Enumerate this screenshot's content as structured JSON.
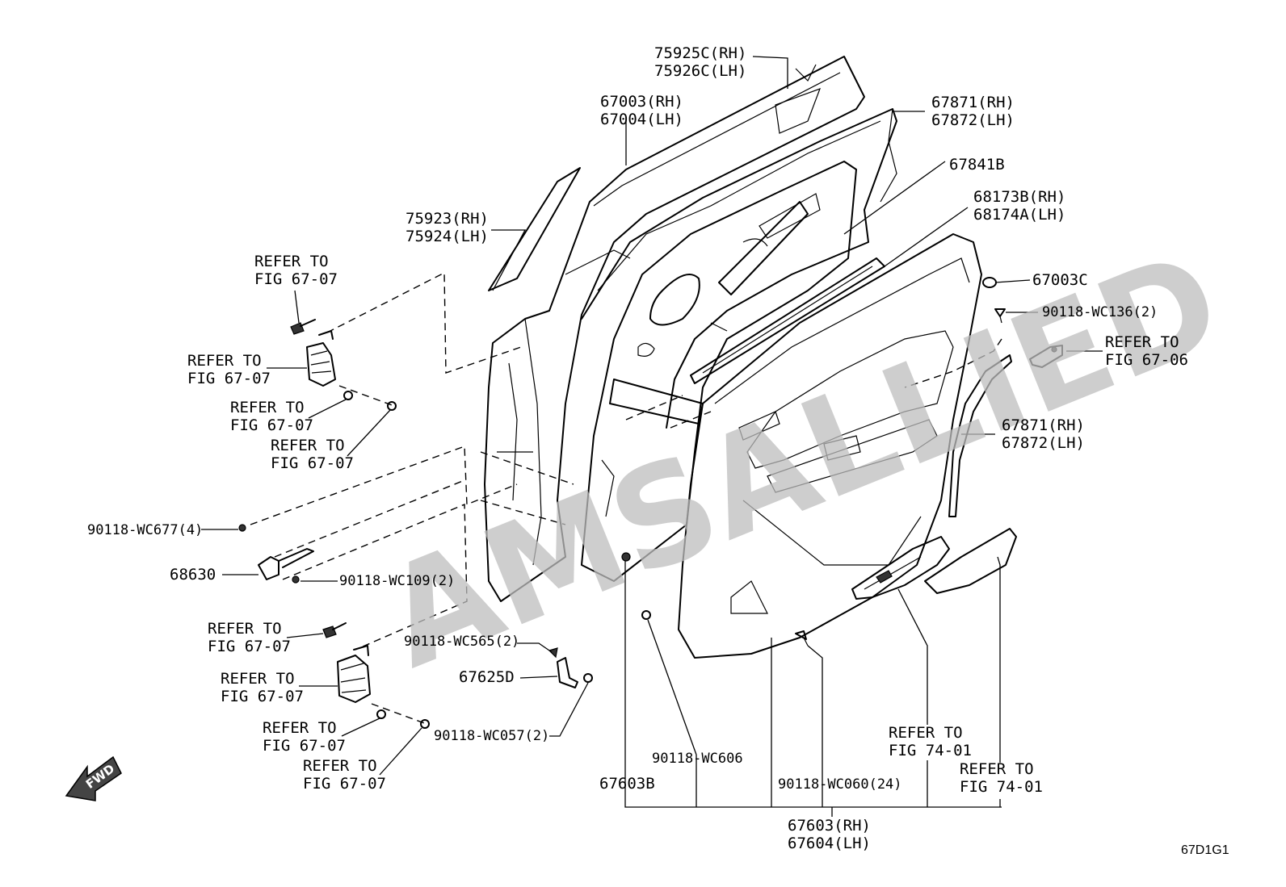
{
  "watermark": "AMSALLIED",
  "figure_code": "67D1G1",
  "fwd_label": "FWD",
  "callouts": [
    {
      "id": "c_75925C",
      "lines": [
        "75925C(RH)",
        "75926C(LH)"
      ]
    },
    {
      "id": "c_67003",
      "lines": [
        "67003(RH)",
        "67004(LH)"
      ]
    },
    {
      "id": "c_67871_top",
      "lines": [
        "67871(RH)",
        "67872(LH)"
      ]
    },
    {
      "id": "c_67841B",
      "lines": [
        "67841B"
      ]
    },
    {
      "id": "c_68173B",
      "lines": [
        "68173B(RH)",
        "68174A(LH)"
      ]
    },
    {
      "id": "c_75923",
      "lines": [
        "75923(RH)",
        "75924(LH)"
      ]
    },
    {
      "id": "c_67003C",
      "lines": [
        "67003C"
      ]
    },
    {
      "id": "c_wc136",
      "lines": [
        "90118-WC136(2)"
      ]
    },
    {
      "id": "c_ref_6706",
      "lines": [
        "REFER TO",
        "FIG 67-06"
      ]
    },
    {
      "id": "c_67871_mid",
      "lines": [
        "67871(RH)",
        "67872(LH)"
      ]
    },
    {
      "id": "c_ref_a",
      "lines": [
        "REFER TO",
        "FIG 67-07"
      ]
    },
    {
      "id": "c_ref_b",
      "lines": [
        "REFER TO",
        "FIG 67-07"
      ]
    },
    {
      "id": "c_ref_c",
      "lines": [
        "REFER TO",
        "FIG 67-07"
      ]
    },
    {
      "id": "c_ref_d",
      "lines": [
        "REFER TO",
        "FIG 67-07"
      ]
    },
    {
      "id": "c_wc677",
      "lines": [
        "90118-WC677(4)"
      ]
    },
    {
      "id": "c_68630",
      "lines": [
        "68630"
      ]
    },
    {
      "id": "c_wc109",
      "lines": [
        "90118-WC109(2)"
      ]
    },
    {
      "id": "c_ref_e",
      "lines": [
        "REFER TO",
        "FIG 67-07"
      ]
    },
    {
      "id": "c_wc565",
      "lines": [
        "90118-WC565(2)"
      ]
    },
    {
      "id": "c_67625D",
      "lines": [
        "67625D"
      ]
    },
    {
      "id": "c_ref_f",
      "lines": [
        "REFER TO",
        "FIG 67-07"
      ]
    },
    {
      "id": "c_ref_g",
      "lines": [
        "REFER TO",
        "FIG 67-07"
      ]
    },
    {
      "id": "c_wc057",
      "lines": [
        "90118-WC057(2)"
      ]
    },
    {
      "id": "c_ref_h",
      "lines": [
        "REFER TO",
        "FIG 67-07"
      ]
    },
    {
      "id": "c_wc606",
      "lines": [
        "90118-WC606"
      ]
    },
    {
      "id": "c_67603B",
      "lines": [
        "67603B"
      ]
    },
    {
      "id": "c_wc060",
      "lines": [
        "90118-WC060(24)"
      ]
    },
    {
      "id": "c_ref_7401a",
      "lines": [
        "REFER TO",
        "FIG 74-01"
      ]
    },
    {
      "id": "c_ref_7401b",
      "lines": [
        "REFER TO",
        "FIG 74-01"
      ]
    },
    {
      "id": "c_67603",
      "lines": [
        "67603(RH)",
        "67604(LH)"
      ]
    }
  ]
}
